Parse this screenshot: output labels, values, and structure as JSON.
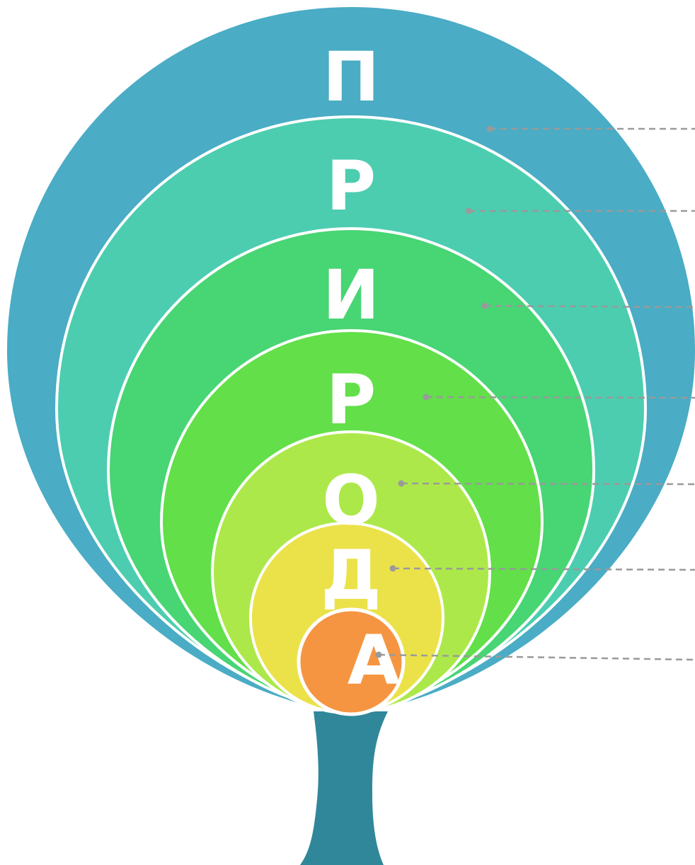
{
  "title_letters": [
    "П",
    "Р",
    "И",
    "Р",
    "О",
    "Д",
    "А"
  ],
  "layers": [
    {
      "letter": "П",
      "color": "#4aacc5"
    },
    {
      "letter": "Р",
      "color": "#4ccdb0"
    },
    {
      "letter": "И",
      "color": "#48d574"
    },
    {
      "letter": "Р",
      "color": "#62df49"
    },
    {
      "letter": "О",
      "color": "#ade84a"
    },
    {
      "letter": "Д",
      "color": "#ebe24a"
    },
    {
      "letter": "А",
      "color": "#f59542"
    }
  ],
  "trunk_color": "#30879a",
  "leader_color": "#9a9a9a",
  "outline_color": "#ffffff"
}
